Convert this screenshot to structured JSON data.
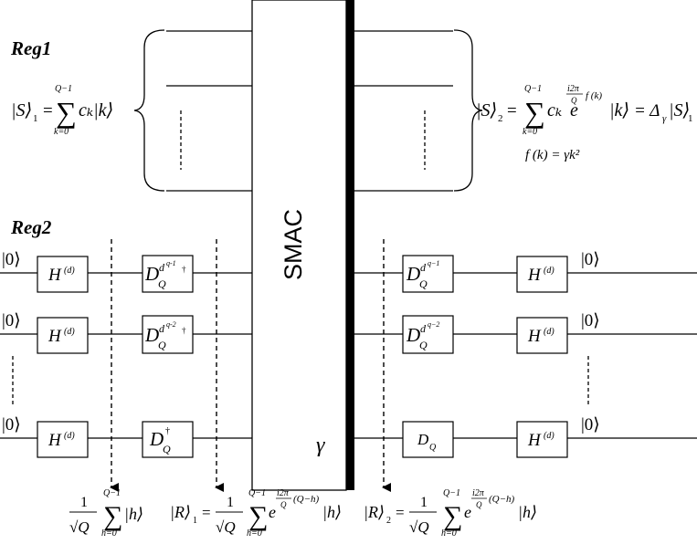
{
  "registers": {
    "reg1_label": "Reg1",
    "reg2_label": "Reg2"
  },
  "state_in": {
    "lhs": "|S⟩",
    "lhs_sub": "1",
    "eq": "=",
    "sum_top": "Q−1",
    "sum_bottom": "k=0",
    "body": "cₖ|k⟩"
  },
  "state_out": {
    "lhs": "|S⟩",
    "lhs_sub": "2",
    "eq": "=",
    "sum_top": "Q−1",
    "sum_bottom": "k=0",
    "coef": "cₖ",
    "exp_base": "e",
    "exp_num": "i2π",
    "exp_den": "Q",
    "exp_tail": "f (k)",
    "ket": "|k⟩",
    "eq2": "= Δ",
    "delta_sub": "γ",
    "rhs": "|S⟩",
    "rhs_sub": "1"
  },
  "f_def": "f (k) = γk²",
  "smac": {
    "label": "SMAC",
    "param": "γ"
  },
  "kets": {
    "zero": "|0⟩"
  },
  "gates": {
    "hadamard": "H",
    "hadamard_sup": "(d)",
    "dq_base": "D",
    "dq_sub": "Q",
    "row1_left_sup": "d",
    "row1_left_supsup": "q-1",
    "row1_left_dagger": "†",
    "row2_left_sup": "d",
    "row2_left_supsup": "q-2",
    "row2_left_dagger": "†",
    "row3_left_dagger": "†",
    "row1_right_sup": "d",
    "row1_right_supsup": "q−1",
    "row2_right_sup": "d",
    "row2_right_supsup": "q−2"
  },
  "bottom": {
    "f1_num": "1",
    "f1_den": "√Q",
    "f1_sum_top": "Q−1",
    "f1_sum_bottom": "h=0",
    "f1_ket": "|h⟩",
    "f2_lhs": "|R⟩",
    "f2_sub": "1",
    "f2_eq": "=",
    "f2_num": "1",
    "f2_den": "√Q",
    "f2_sum_top": "Q−1",
    "f2_sum_bottom": "h=0",
    "f2_e": "e",
    "f2_exp_num": "i2π",
    "f2_exp_den": "Q",
    "f2_exp_tail": "(Q−h)",
    "f2_ket": "|h⟩",
    "f3_lhs": "|R⟩",
    "f3_sub": "2",
    "f3_eq": "=",
    "f3_num": "1",
    "f3_den": "√Q",
    "f3_sum_top": "Q−1",
    "f3_sum_bottom": "h=0",
    "f3_e": "e",
    "f3_exp_num": "i2π",
    "f3_exp_den": "Q",
    "f3_exp_tail": "(Q−h)",
    "f3_ket": "|h⟩"
  },
  "colors": {
    "ink": "#000000",
    "background": "#ffffff"
  }
}
